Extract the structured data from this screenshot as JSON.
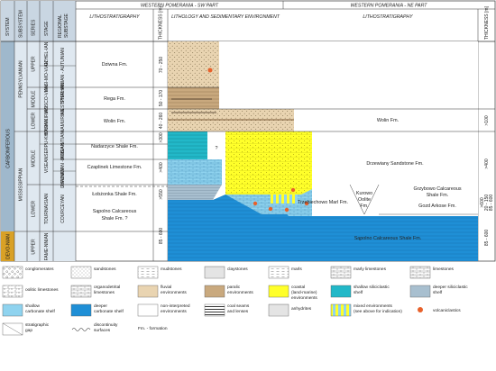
{
  "header": {
    "sw_part": "WESTERN POMERANIA - SW PART",
    "ne_part": "WESTERN POMERANIA - NE PART",
    "col_system": "SYSTEM",
    "col_subsystem": "SUBSYSTEM",
    "col_series": "SERIES",
    "col_stage": "STAGE",
    "col_regional": "REGIONAL SUBSTAGE",
    "col_litho_sw": "LITHOSTRATIGRAPHY",
    "col_thick_sw": "THICKNESS [m]",
    "col_lith_env": "LITHOLOGY AND SEDIMENTARY ENVIRONMENT",
    "col_litho_ne": "LITHOSTRATIGRAPHY",
    "col_thick_ne": "THICKNESS [m]"
  },
  "chrono": {
    "system_carb": "CARBONIFEROUS",
    "system_devo": "DEVO-NIAN",
    "sub_penn": "PENNSYLVANIAN",
    "sub_miss": "MISSISSIPPIAN",
    "series_upper_p": "UPPER",
    "series_middle_p": "MIDDLE",
    "series_lower_p": "LOWER",
    "series_upper_m": "MIDDLE",
    "series_lower_m": "LOWER",
    "series_upper_d": "UPPER",
    "stage_gzhel": "GZHEL-IAN",
    "stage_kasimov": "KASI-MO-VIAN",
    "stage_moscov": "MOSCO-VIAN",
    "stage_bashkir": "BASH-KIRIAN",
    "stage_serpuk": "SERPU-KHOVIAN",
    "stage_visean": "VISEAN",
    "stage_tourn": "TOURNAISIAN",
    "stage_famenn": "FAME-NNIAN",
    "reg_stephan": "STEPHANIAN - AUTUNIAN",
    "reg_westph": "WESTPHALIAN",
    "reg_namur": "NAMURIAN",
    "reg_brig": "BRIGA-NTIAN",
    "reg_arundian": "ARUNDIAN - ASBIAN",
    "reg_chadian": "CHADIAN",
    "reg_courc": "COURCEYAN"
  },
  "sw_formations": {
    "dziwna": "Dziwna Fm.",
    "rega": "Rega Fm.",
    "wolin": "Wolin Fm.",
    "nadarzyce": "Nadarzyce Shale Fm.",
    "czaplinek": "Czaplinek Limestone Fm.",
    "lobzonka": "Łobżonka Shale Fm.",
    "sapolno": "Sąpolno Calcareous Shale Fm. ?"
  },
  "sw_thickness": {
    "dziwna": "70 - 250",
    "rega": "50 - 170",
    "wolin": "40 - 260",
    "nadarzyce": ">300",
    "czaplinek": ">400",
    "lobzonka": ">550",
    "sapolno": "85 - 600"
  },
  "ne_formations": {
    "wolin": "Wolin Fm.",
    "drzewiany": "Drzewiany Sandstone Fm.",
    "grzybowo": "Grzybowo Calcareous Shale Fm.",
    "kurowo": "Kurowo Oolite Fm.",
    "trzebiechowo": "Trzebiechowo Marl Fm.",
    "gozd": "Gozd Arkose Fm.",
    "sapolno": "Sąpolno Calcareous Shale Fm."
  },
  "ne_thickness": {
    "wolin": ">100",
    "drzewiany": ">400",
    "lower_a": ">600",
    "lower_b": "20 - 150",
    "lower_c": "85 - 600",
    "sapolno": "85 - 600"
  },
  "unknown_mark": "?",
  "legend": {
    "conglomerates": "conglomerates",
    "sandstones": "sandstones",
    "mudstones": "mudstones",
    "claystones": "claystones",
    "marls": "marls",
    "marly_limestones": "marly limestones",
    "limestones": "limestones",
    "oolitic": "oolitic limestones",
    "organodetrital": "organodetrital limestones",
    "fluvial": "fluvial environments",
    "paralic": "paralic environments",
    "coastal": "coastal (land-marine) environments",
    "shallow_silic": "shallow siliciclastic shelf",
    "deeper_silic": "deeper siliciclastic shelf",
    "shallow_carb": "shallow carbonate shelf",
    "deeper_carb": "deeper carbonate shelf",
    "noninterp": "non-interpreted environments",
    "coal": "coal seams and lenses",
    "anhydrites": "anhydrites",
    "mixed": "mixed environments (see above for indication)",
    "volcaniclastics": "volcaniclastics",
    "strat_gap": "stratigraphic gap",
    "discontinuity": "discontinuity surfaces",
    "fm_note": "Fm. - formation"
  },
  "colors": {
    "fluvial": "#e9d4b1",
    "paralic": "#c9a97e",
    "coastal": "#ffff2a",
    "shallow_silic": "#22b8c8",
    "deeper_silic": "#a8bfcf",
    "shallow_carb": "#8fd3ef",
    "deeper_carb": "#1f8fd6",
    "header_blue": "#9fb8cc",
    "devonian": "#d9a126",
    "volcanic": "#e8612b"
  }
}
